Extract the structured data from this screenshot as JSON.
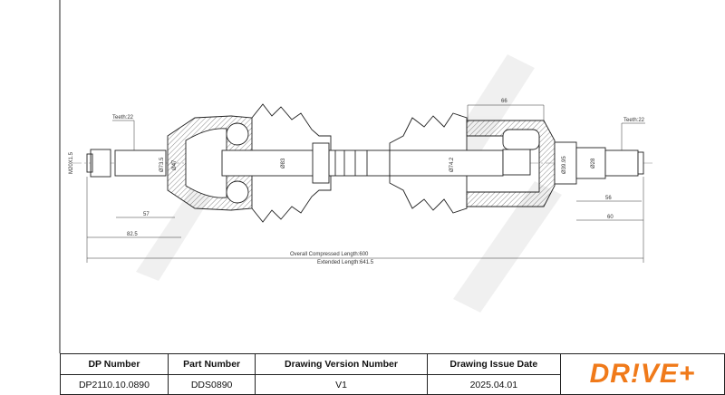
{
  "dimensions": {
    "teeth_left": "Teeth:22",
    "teeth_right": "Teeth:22",
    "thread": "M20X1.5",
    "d_outer_left": "Ø73.5",
    "d_inner_left": "Ø47",
    "d_boot_left": "Ø83",
    "len_57": "57",
    "len_82_5": "82.5",
    "d_boot_right": "Ø74.2",
    "len_66": "66",
    "d_39_95": "Ø39.95",
    "d_28": "Ø28",
    "len_56": "56",
    "len_60": "60",
    "overall": "Overall  Compressed  Length:600",
    "extended": "Extended  Length:641.5"
  },
  "table": {
    "headers": [
      "DP Number",
      "Part Number",
      "Drawing Version Number",
      "Drawing Issue Date"
    ],
    "values": [
      "DP2110.10.0890",
      "DDS0890",
      "V1",
      "2025.04.01"
    ],
    "logo": "DR!VE+"
  },
  "colors": {
    "brand": "#f07a1a"
  }
}
